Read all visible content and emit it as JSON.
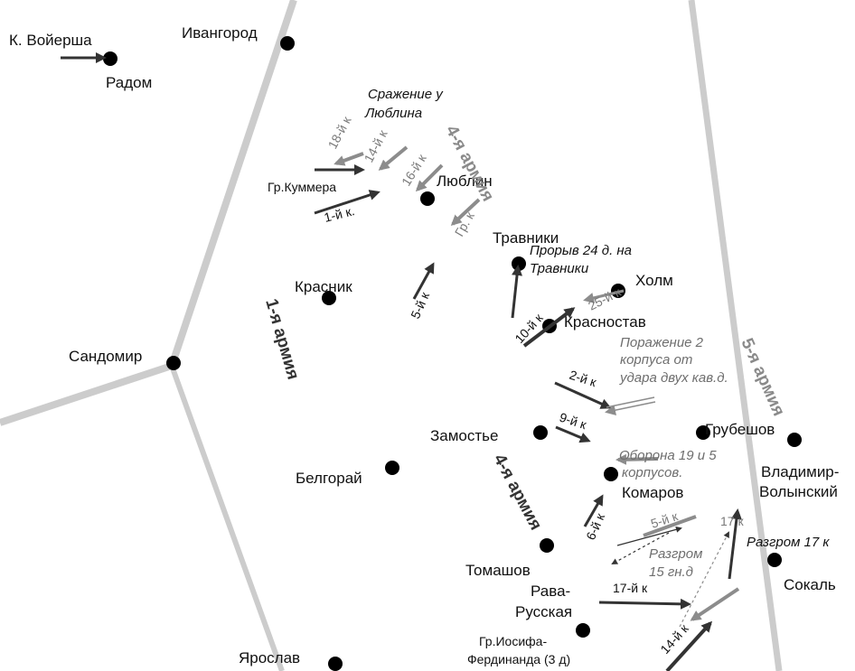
{
  "colors": {
    "background": "#ffffff",
    "border": "#cccccc",
    "dark_arrow": "#333333",
    "gray_arrow": "#8c8c8c",
    "city_dot": "#000000"
  },
  "cities": {
    "radom": "Радом",
    "ivangorod": "Ивангород",
    "lublin": "Люблин",
    "travniki": "Травники",
    "holm": "Холм",
    "krasnik": "Красник",
    "krasnostav": "Красностав",
    "sandomir": "Сандомир",
    "zamostye": "Замостье",
    "grubeshov": "Грубешов",
    "vladimir_1": "Владимир-",
    "vladimir_2": "Волынский",
    "belgoray": "Белгорай",
    "komarov": "Комаров",
    "tomashov": "Томашов",
    "sokal": "Сокаль",
    "rava_1": "Рава-",
    "rava_2": "Русская",
    "yaroslav": "Ярослав"
  },
  "groups": {
    "voyersh": "К. Войерша",
    "kummer": "Гр.Куммера",
    "josef_1": "Гр.Иосифа-",
    "josef_2": "Фердинанда (3 д)"
  },
  "armies": {
    "army4_north": "4-я армия",
    "army1": "1-я армия",
    "army5": "5-я армия",
    "army4_south": "4-я армия"
  },
  "notes": {
    "lublin_battle_1": "Сражение у",
    "lublin_battle_2": "Люблина",
    "breakthrough_1": "Прорыв 24 д. на",
    "breakthrough_2": "Травники",
    "defeat_1": "Поражение 2",
    "defeat_2": "корпуса от",
    "defeat_3": "удара двух кав.д.",
    "defense_1": "Оборона 19 и 5",
    "defense_2": "корпусов.",
    "rout15_1": "Разгром",
    "rout15_2": "15 гн.д",
    "rout17": "Разгром 17 к"
  },
  "corps": {
    "c18": "18-й к",
    "c14n": "14-й к",
    "c16": "16-й к",
    "grk": "Гр. к",
    "c1": "1-й к.",
    "c5n": "5-й к",
    "c10": "10-й к",
    "c25": "25-й к",
    "c2": "2-й к",
    "c9": "9-й к",
    "c6": "6-й к",
    "c5s": "5-й к",
    "c17e": "17 к",
    "c17": "17-й к",
    "c14s": "14-й к"
  }
}
